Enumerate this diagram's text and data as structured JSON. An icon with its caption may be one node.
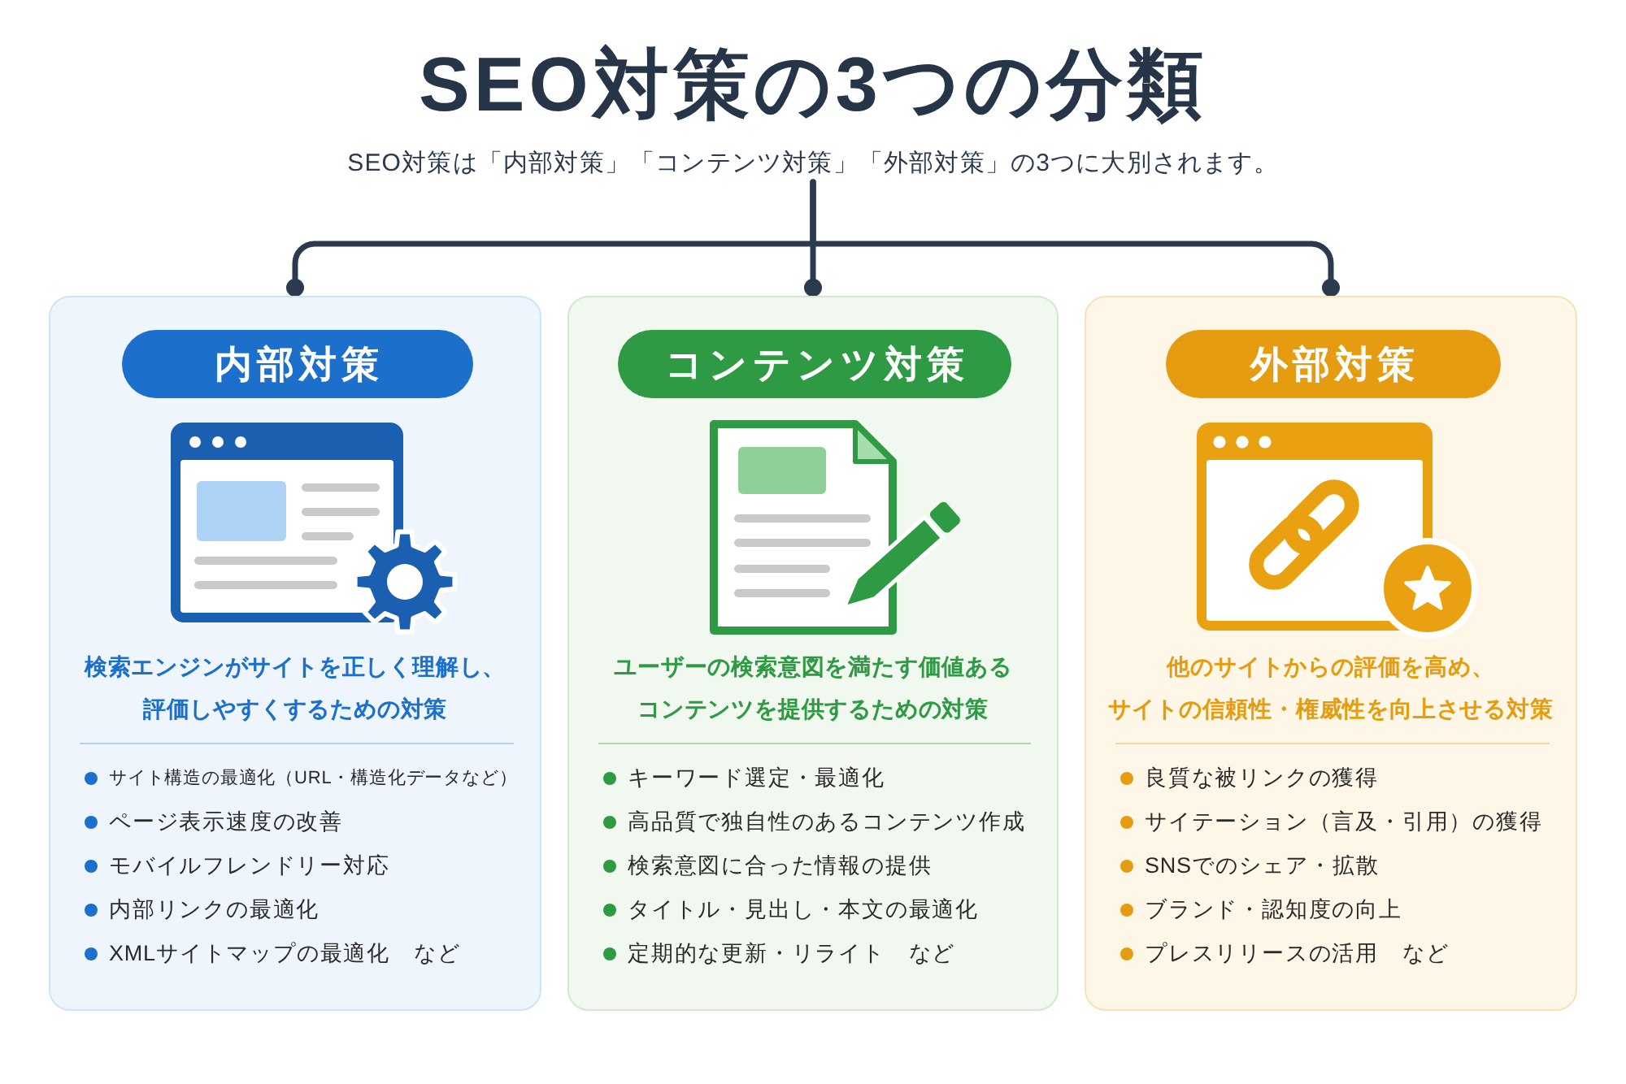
{
  "diagram": {
    "title": "SEO対策の3つの分類",
    "nodes": [
      {
        "text": [
          "SEO対策は「内部対策」「コンテンツ対策」「外部対策」の3つに大別されます。"
        ]
      },
      {
        "text": [
          "検索エンジンがサイトを正しく理解し、評価しやすくするための対策",
          "サイト構造の最適化（URL・構造化データなど）",
          "ページ表示速度の改善",
          "モバイルフレンドリー対応",
          "内部リンクの最適化",
          "XMLサイトマップの最適化　など"
        ]
      },
      {
        "text": [
          "内部対策"
        ],
        "in": 1
      },
      {
        "text": [
          "ユーザーの検索意図を満たす価値あるコンテンツを提供するための対策",
          "キーワード選定・最適化",
          "高品質で独自性のあるコンテンツ作成",
          "検索意図に合った情報の提供",
          "タイトル・見出し・本文の最適化",
          "定期的な更新・リライト　など"
        ]
      },
      {
        "text": [
          "コンテンツ対策"
        ],
        "in": 3
      },
      {
        "text": [
          "他のサイトからの評価を高め、サイトの信頼性・権威性を向上させる対策",
          "良質な被リンクの獲得",
          "サイテーション（言及・引用）の獲得",
          "SNSでのシェア・拡散",
          "ブランド・認知度の向上",
          "プレスリリースの活用　など"
        ]
      },
      {
        "text": [
          "外部対策"
        ],
        "in": 5
      }
    ],
    "edges": [
      {
        "from": 0,
        "to": 1,
        "arrow": "other"
      },
      {
        "from": 0,
        "to": 3,
        "arrow": "other"
      },
      {
        "from": 0,
        "to": 5,
        "arrow": "other"
      }
    ]
  }
}
